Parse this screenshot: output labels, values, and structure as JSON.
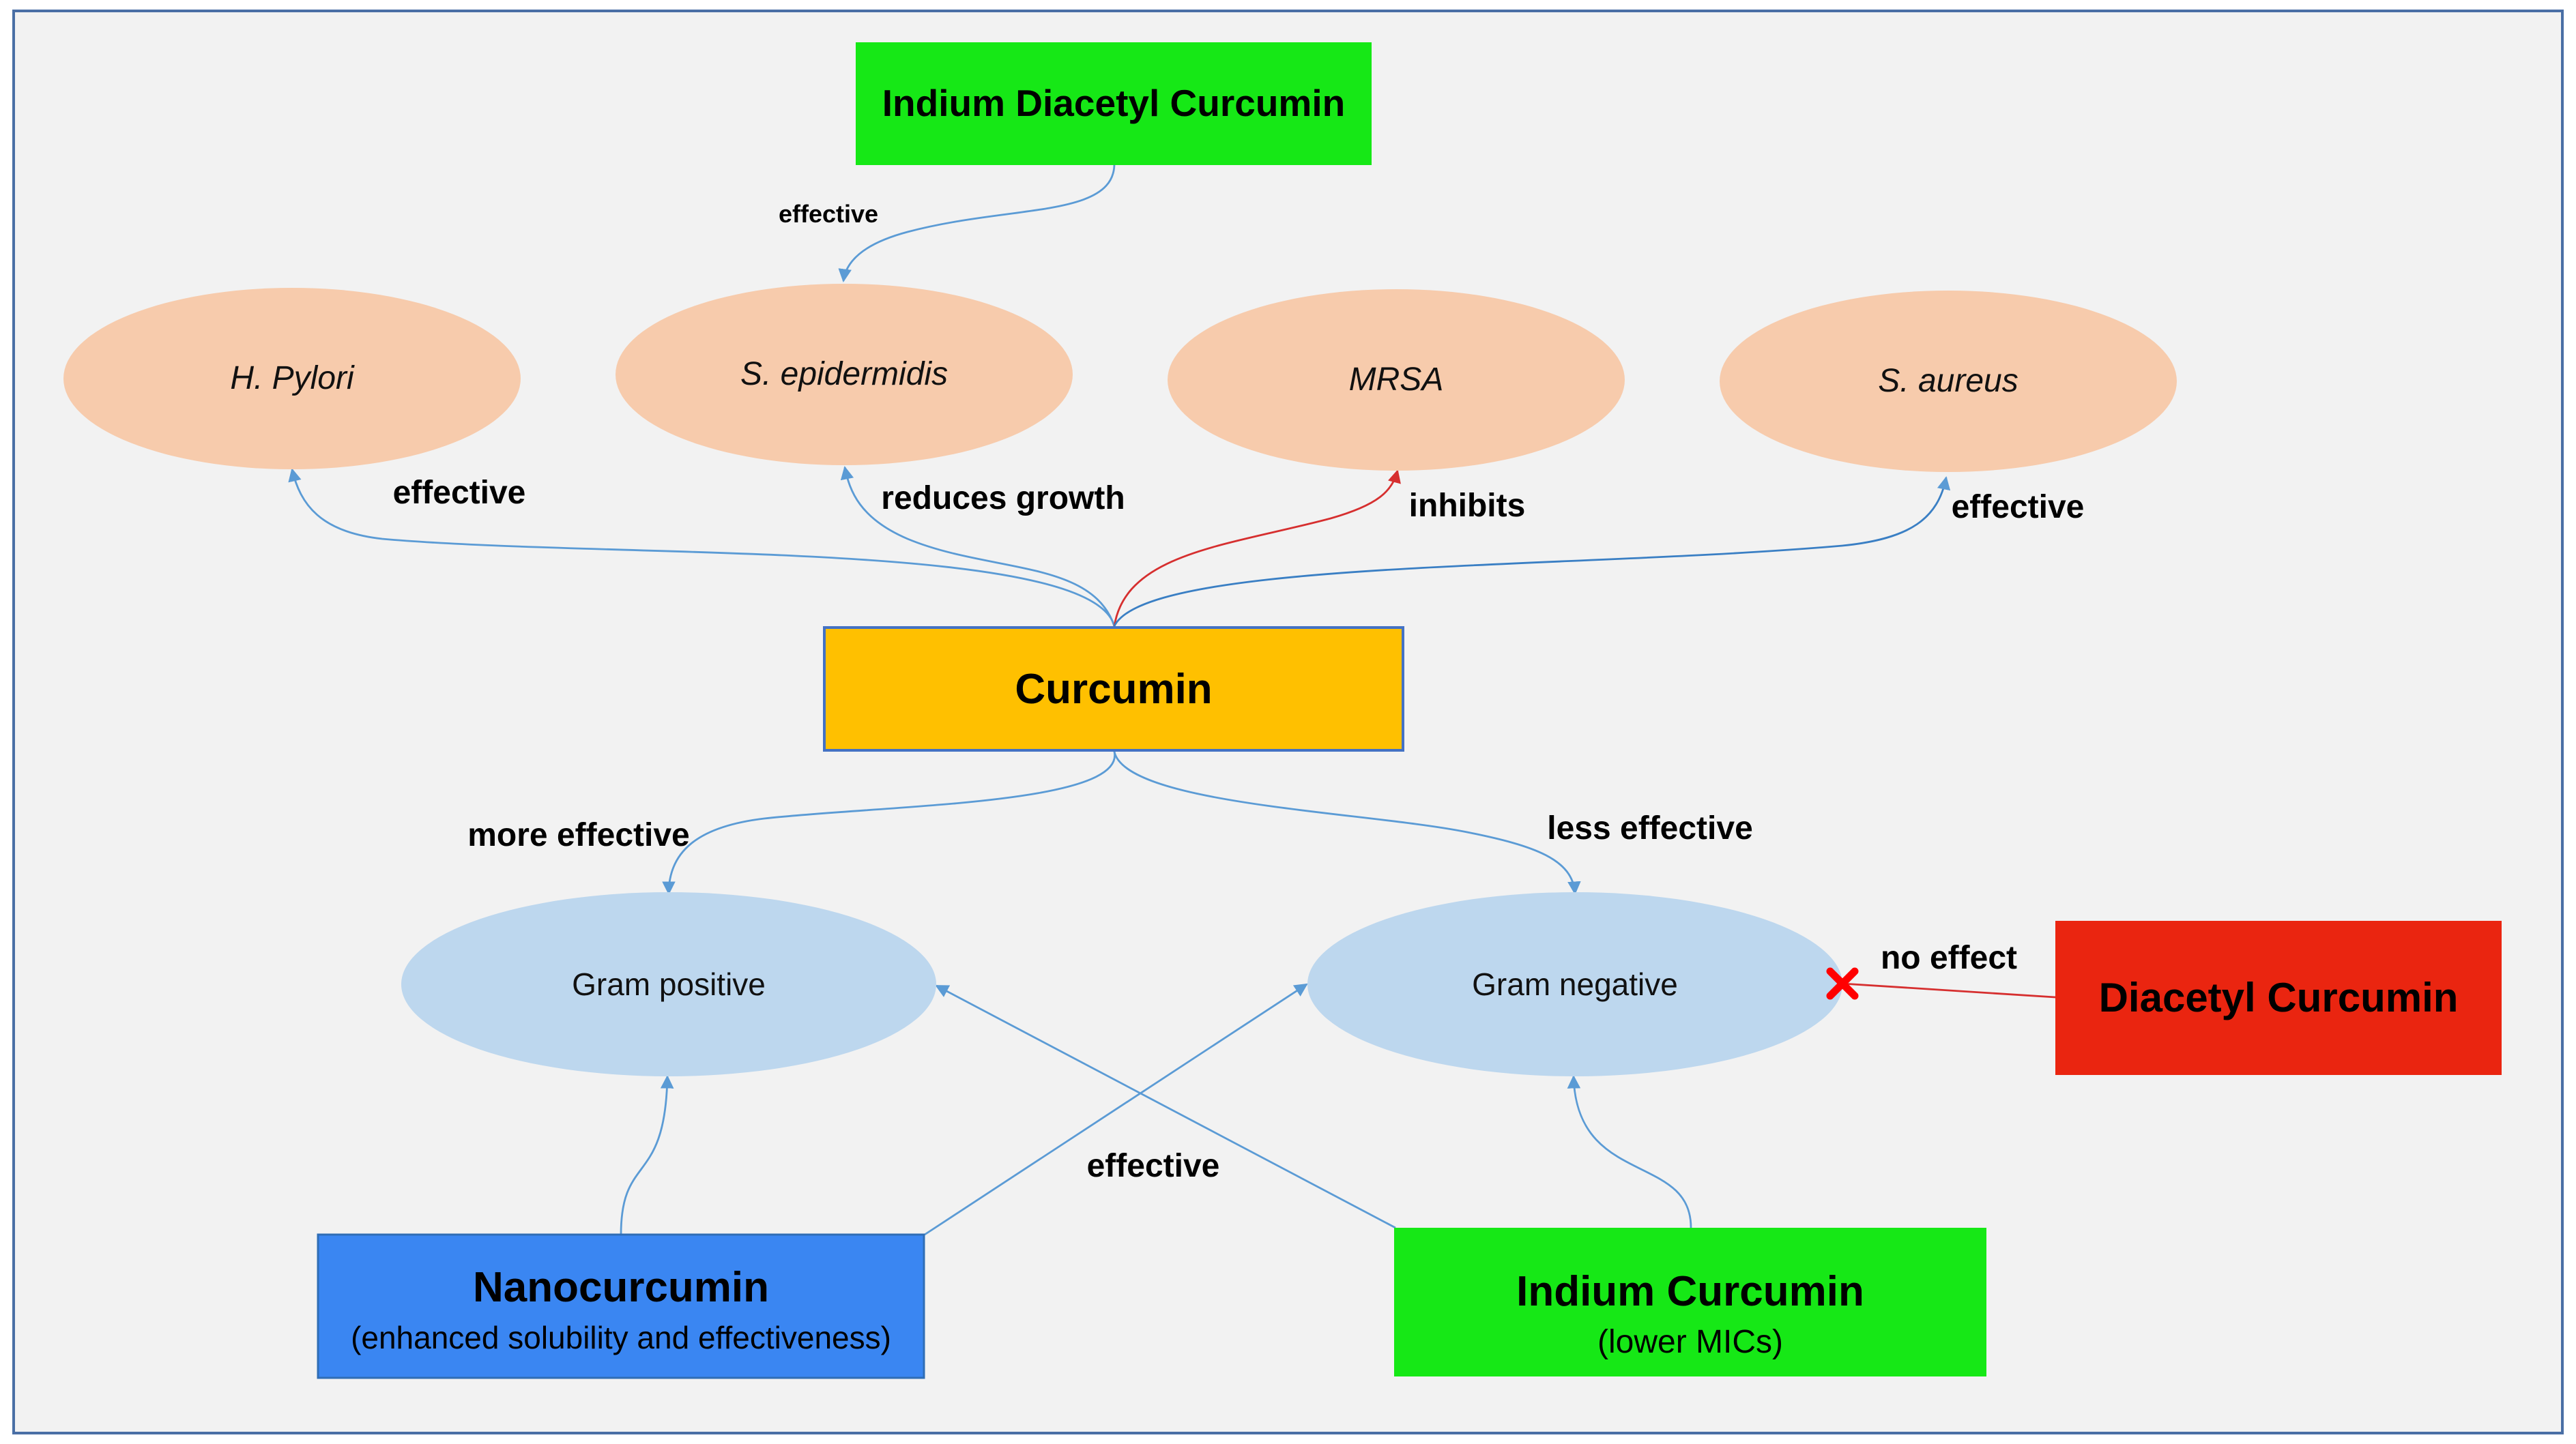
{
  "colors": {
    "background": "#f2f2f2",
    "frame": "#4a6fa5",
    "edge_blue": "#5b9bd5",
    "edge_red": "#d62f2f",
    "curcumin_fill": "#ffc000",
    "curcumin_border": "#4472c4",
    "green_node": "#16e816",
    "blue_node": "#3a86f2",
    "red_node": "#ea2510",
    "bacteria_ellipse": "#f7cbac",
    "gram_ellipse": "#bdd7ee",
    "no_effect_mark": "#ff0000"
  },
  "nodes": {
    "indium_diacetyl": {
      "label": "Indium Diacetyl Curcumin"
    },
    "curcumin": {
      "label": "Curcumin"
    },
    "nanocurcumin": {
      "label": "Nanocurcumin",
      "sublabel": "(enhanced solubility and effectiveness)"
    },
    "indium_curcumin": {
      "label": "Indium Curcumin",
      "sublabel": "(lower MICs)"
    },
    "diacetyl": {
      "label": "Diacetyl Curcumin"
    }
  },
  "bacteria": [
    {
      "label": "H. Pylori"
    },
    {
      "label": "S. epidermidis"
    },
    {
      "label": "MRSA"
    },
    {
      "label": "S. aureus"
    }
  ],
  "gram": {
    "positive": "Gram positive",
    "negative": "Gram negative"
  },
  "edge_labels": {
    "indium_diacetyl_to_epidermidis": "effective",
    "curcumin_to_hpylori": "effective",
    "curcumin_to_epidermidis": "reduces growth",
    "curcumin_to_mrsa": "inhibits",
    "curcumin_to_saureus": "effective",
    "curcumin_to_gram_positive": "more effective",
    "curcumin_to_gram_negative": "less effective",
    "diacetyl_to_gram_negative": "no effect",
    "cross_edges": "effective"
  }
}
